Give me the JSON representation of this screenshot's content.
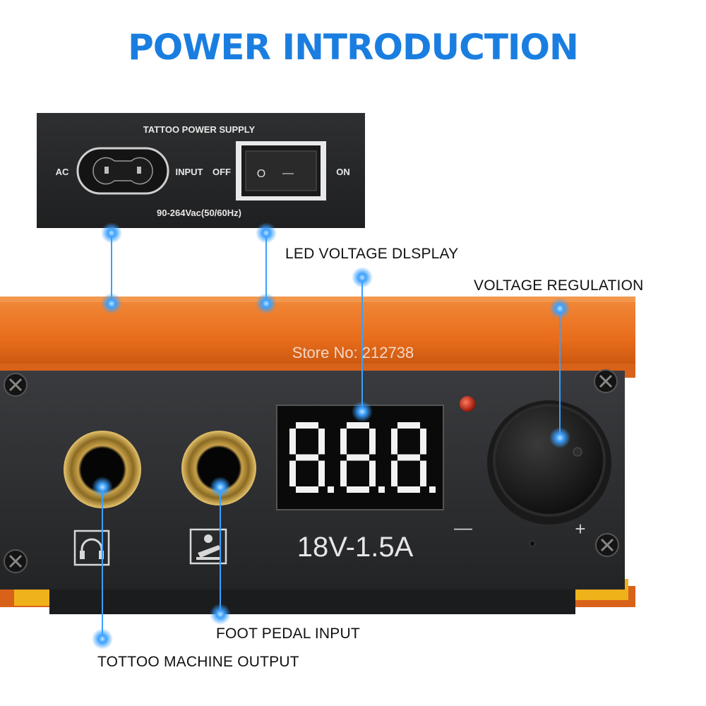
{
  "headline": "POWER INTRODUCTION",
  "back_panel": {
    "title": "TATTOO POWER SUPPLY",
    "ac": "AC",
    "input": "INPUT",
    "off": "OFF",
    "on": "ON",
    "rating": "90-264Vac(50/60Hz)",
    "switch_off_symbol": "O",
    "switch_on_symbol": "—"
  },
  "watermark": "Store No: 212738",
  "front_panel": {
    "display_digits": [
      "8.",
      "8.",
      "8."
    ],
    "rating": "18V-1.5A",
    "minus": "—",
    "plus": "+"
  },
  "callouts": {
    "led_display": "LED VOLTAGE DLSPLAY",
    "voltage_regulation": "VOLTAGE REGULATION",
    "foot_pedal": "FOOT PEDAL INPUT",
    "machine_output": "TOTTOO MACHINE OUTPUT"
  },
  "colors": {
    "accent_blue": "#1a7ee0",
    "callout_dot": "#3aa0ff",
    "orange_body": "#e9701e",
    "panel_black": "#2a2b2d",
    "led_red": "#e8341f"
  },
  "icons": [
    "headphone-jack-icon",
    "foot-pedal-icon"
  ]
}
